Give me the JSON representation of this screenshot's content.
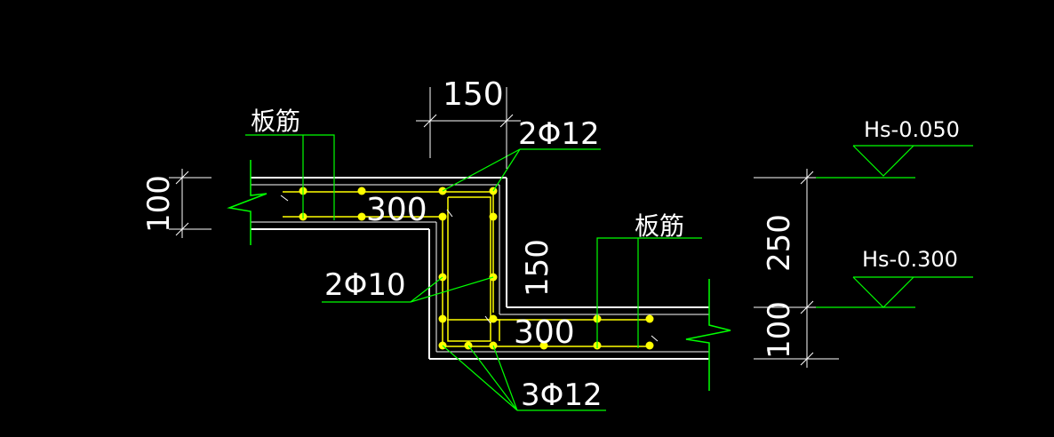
{
  "colors": {
    "background": "#000000",
    "concrete_outline": "#ffffff",
    "rebar_line": "#ffff00",
    "rebar_dot": "#ffff00",
    "leader_line": "#00ff00",
    "text": "#ffffff",
    "dimension": "#ffffff"
  },
  "labels": {
    "slab_rebar_left": "板筋",
    "slab_rebar_right": "板筋",
    "rebar_top": "2Φ12",
    "rebar_middle": "2Φ10",
    "rebar_bottom": "3Φ12",
    "width_top": "300",
    "width_bottom": "300",
    "step_height": "150",
    "dim_top": "150",
    "dim_left_slab": "100",
    "dim_right_slab": "100",
    "dim_elev_diff": "250",
    "elevation_high": "Hs-0.050",
    "elevation_low": "Hs-0.300"
  }
}
